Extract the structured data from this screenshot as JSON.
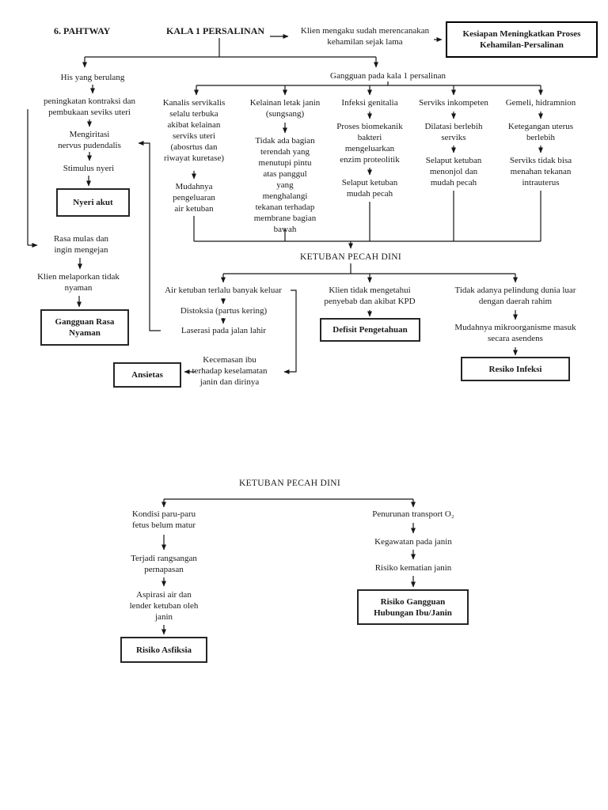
{
  "header": {
    "section_label": "6. PAHTWAY",
    "title": "KALA 1 PERSALINAN"
  },
  "top": {
    "client_statement": "Klien mengaku sudah merencanakan\nkehamilan sejak lama",
    "readiness_outcome": "Kesiapan Meningkatkan Proses\nKehamilan-Persalinan"
  },
  "pain_path": {
    "his": "His yang berulang",
    "kontraksi": "peningkatan kontraksi dan\npembukaan seviks uteri",
    "mengiritasi": "Mengiritasi\nnervus pudendalis",
    "stimulus": "Stimulus nyeri",
    "nyeri_akut": "Nyeri akut",
    "rasa_mulas": "Rasa mulas dan\ningin mengejan",
    "tidak_nyaman": "Klien melaporkan tidak\nnyaman",
    "gangguan_rasa_nyaman": "Gangguan Rasa\nNyaman"
  },
  "gangguan_label": "Gangguan pada kala 1 persalinan",
  "causes": [
    {
      "cause": "Kanalis servikalis\nselalu terbuka\nakibat kelainan\nserviks uteri\n(abosrtus dan\nriwayat kuretase)",
      "effect": "Mudahnya\npengeluaran\nair ketuban"
    },
    {
      "cause": "Kelainan letak janin\n(sungsang)",
      "effect": "Tidak ada bagian\nterendah yang\nmenutupi pintu\natas panggul\nyang\nmenghalangi\ntekanan terhadap\nmembrane bagian\nbawah"
    },
    {
      "cause": "Infeksi genitalia",
      "effect": "Proses biomekanik\nbakteri\nmengeluarkan\nenzim proteolitik",
      "effect2": "Selaput ketuban\nmudah pecah"
    },
    {
      "cause": "Serviks inkompeten",
      "effect": "Dilatasi berlebih\nserviks",
      "effect2": "Selaput ketuban\nmenonjol dan\nmudah pecah"
    },
    {
      "cause": "Gemeli, hidramnion",
      "effect": "Ketegangan uterus\nberlebih",
      "effect2": "Serviks tidak bisa\nmenahan tekanan\nintrauterus"
    }
  ],
  "kpd_title": "KETUBAN PECAH DINI",
  "consequences": {
    "fluid": {
      "a": "Air ketuban terlalu banyak keluar",
      "b": "Distoksia (partus kering)",
      "c": "Laserasi pada jalan lahir",
      "d": "Kecemasan ibu\nterhadap keselamatan\njanin dan dirinya",
      "dx": "Ansietas"
    },
    "knowledge": {
      "a": "Klien tidak mengetahui\npenyebab dan akibat KPD",
      "dx": "Defisit Pengetahuan"
    },
    "infection": {
      "a": "Tidak adanya pelindung dunia luar\ndengan daerah rahim",
      "b": "Mudahnya mikroorganisme masuk\nsecara asendens",
      "dx": "Resiko Infeksi"
    }
  },
  "diagram2": {
    "title": "KETUBAN PECAH DINI",
    "fetal": {
      "a": "Kondisi paru-paru\nfetus belum matur",
      "b": "Terjadi rangsangan\npernapasan",
      "c": "Aspirasi air dan\nlender ketuban oleh\njanin",
      "dx": "Risiko Asfiksia"
    },
    "oxygen": {
      "a": "Penurunan transport O₂",
      "b": "Kegawatan pada janin",
      "c": "Risiko kematian janin",
      "dx": "Risiko Gangguan\nHubungan Ibu/Janin"
    }
  },
  "colors": {
    "ink": "#1a1a1a",
    "line": "#161616",
    "background": "#ffffff"
  }
}
